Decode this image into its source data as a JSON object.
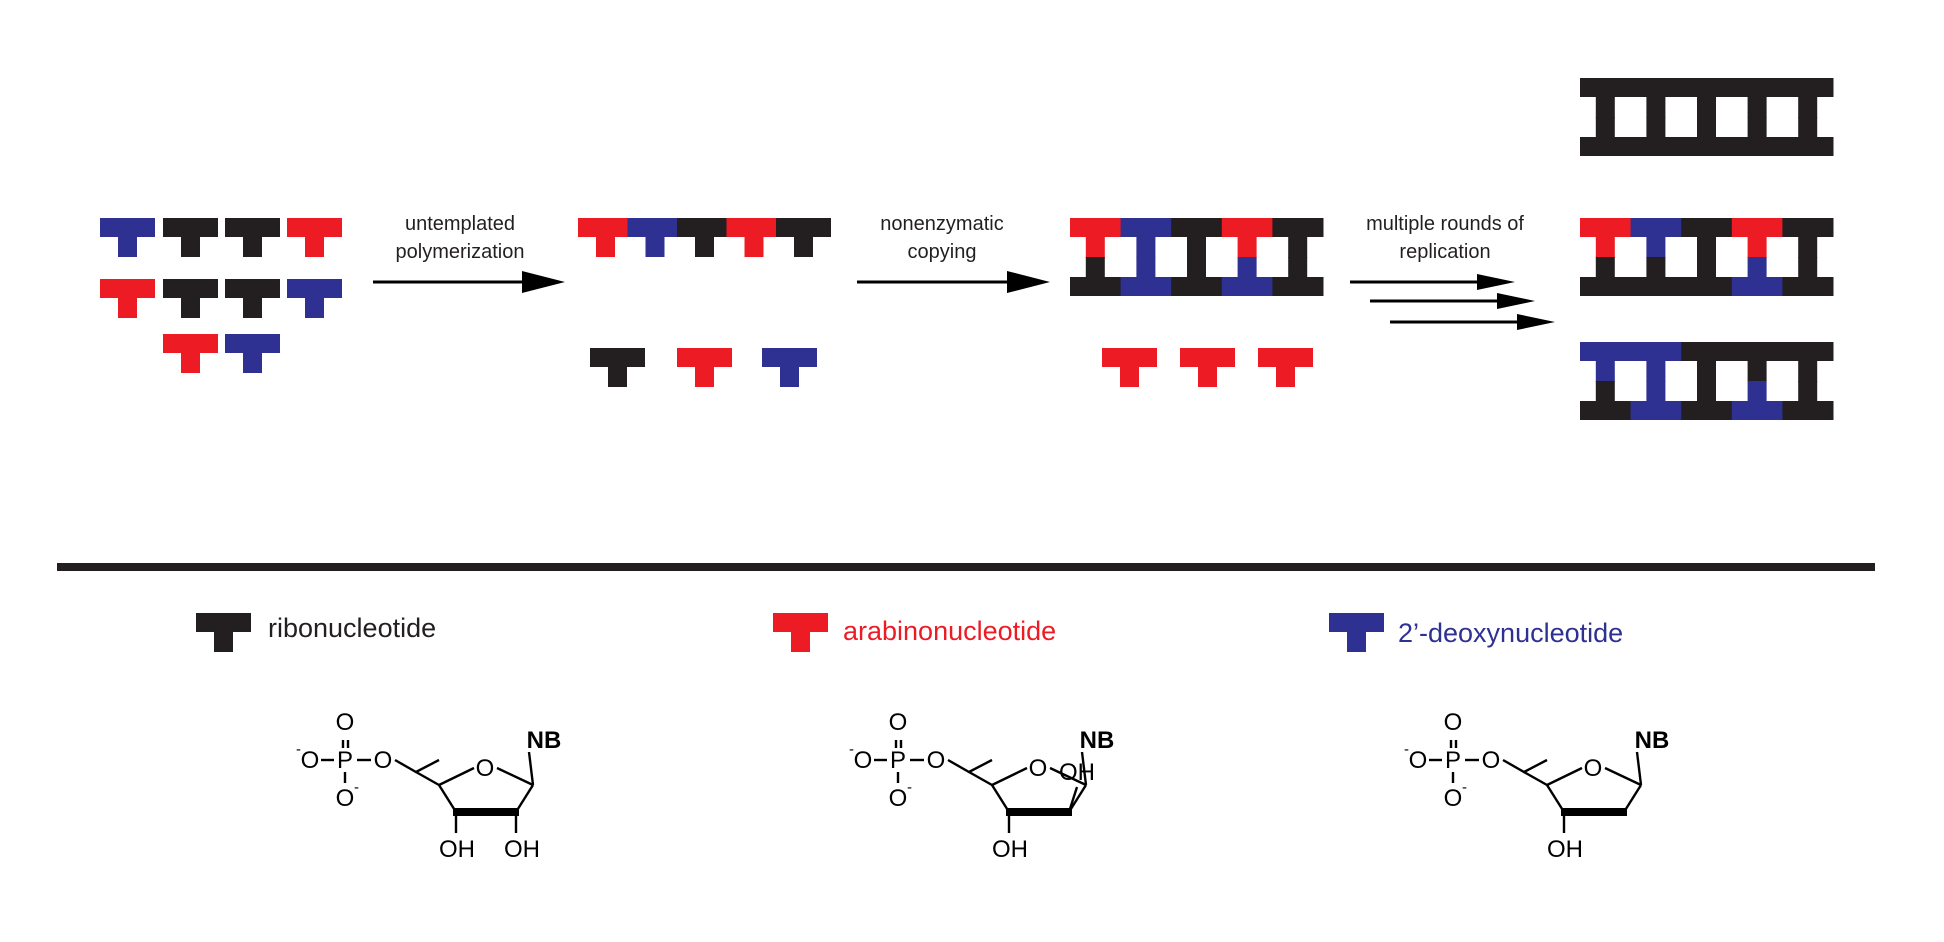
{
  "colors": {
    "ribo": "#231f20",
    "arabino": "#ed1c24",
    "deoxy": "#2e3192",
    "arrow": "#000000"
  },
  "steps": [
    {
      "line1": "untemplated",
      "line2": "polymerization"
    },
    {
      "line1": "nonenzymatic",
      "line2": "copying"
    },
    {
      "line1": "multiple rounds of",
      "line2": "replication"
    }
  ],
  "legend": [
    {
      "type": "ribo",
      "label": "ribonucleotide"
    },
    {
      "type": "arabino",
      "label": "arabinonucleotide"
    },
    {
      "type": "deoxy",
      "label": "2’-deoxynucleotide"
    }
  ],
  "structure_labels": {
    "oxygen": "O",
    "phosphorus": "P",
    "minus": "-",
    "base": "NB",
    "hydroxyl": "OH"
  },
  "diagram": {
    "monomer_pool": [
      "deoxy",
      "ribo",
      "ribo",
      "arabino",
      "arabino",
      "ribo",
      "ribo",
      "deoxy",
      "arabino",
      "deoxy"
    ],
    "polymer_strand": [
      "arabino",
      "deoxy",
      "ribo",
      "arabino",
      "ribo"
    ],
    "free_monomers_step2": [
      "ribo",
      "arabino",
      "deoxy"
    ],
    "duplex_top": [
      "arabino",
      "deoxy",
      "ribo",
      "arabino",
      "ribo"
    ],
    "duplex_bottom": [
      "ribo",
      "deoxy",
      "ribo",
      "deoxy",
      "ribo"
    ],
    "free_monomers_step3": [
      "arabino",
      "arabino",
      "arabino"
    ],
    "products": [
      {
        "top": [
          "ribo",
          "ribo",
          "ribo",
          "ribo",
          "ribo"
        ],
        "bottom": [
          "ribo",
          "ribo",
          "ribo",
          "ribo",
          "ribo"
        ]
      },
      {
        "top": [
          "arabino",
          "deoxy",
          "ribo",
          "arabino",
          "ribo"
        ],
        "bottom": [
          "ribo",
          "ribo",
          "ribo",
          "deoxy",
          "ribo"
        ]
      },
      {
        "top": [
          "deoxy",
          "deoxy",
          "ribo",
          "ribo",
          "ribo"
        ],
        "bottom": [
          "ribo",
          "deoxy",
          "ribo",
          "deoxy",
          "ribo"
        ]
      }
    ]
  }
}
